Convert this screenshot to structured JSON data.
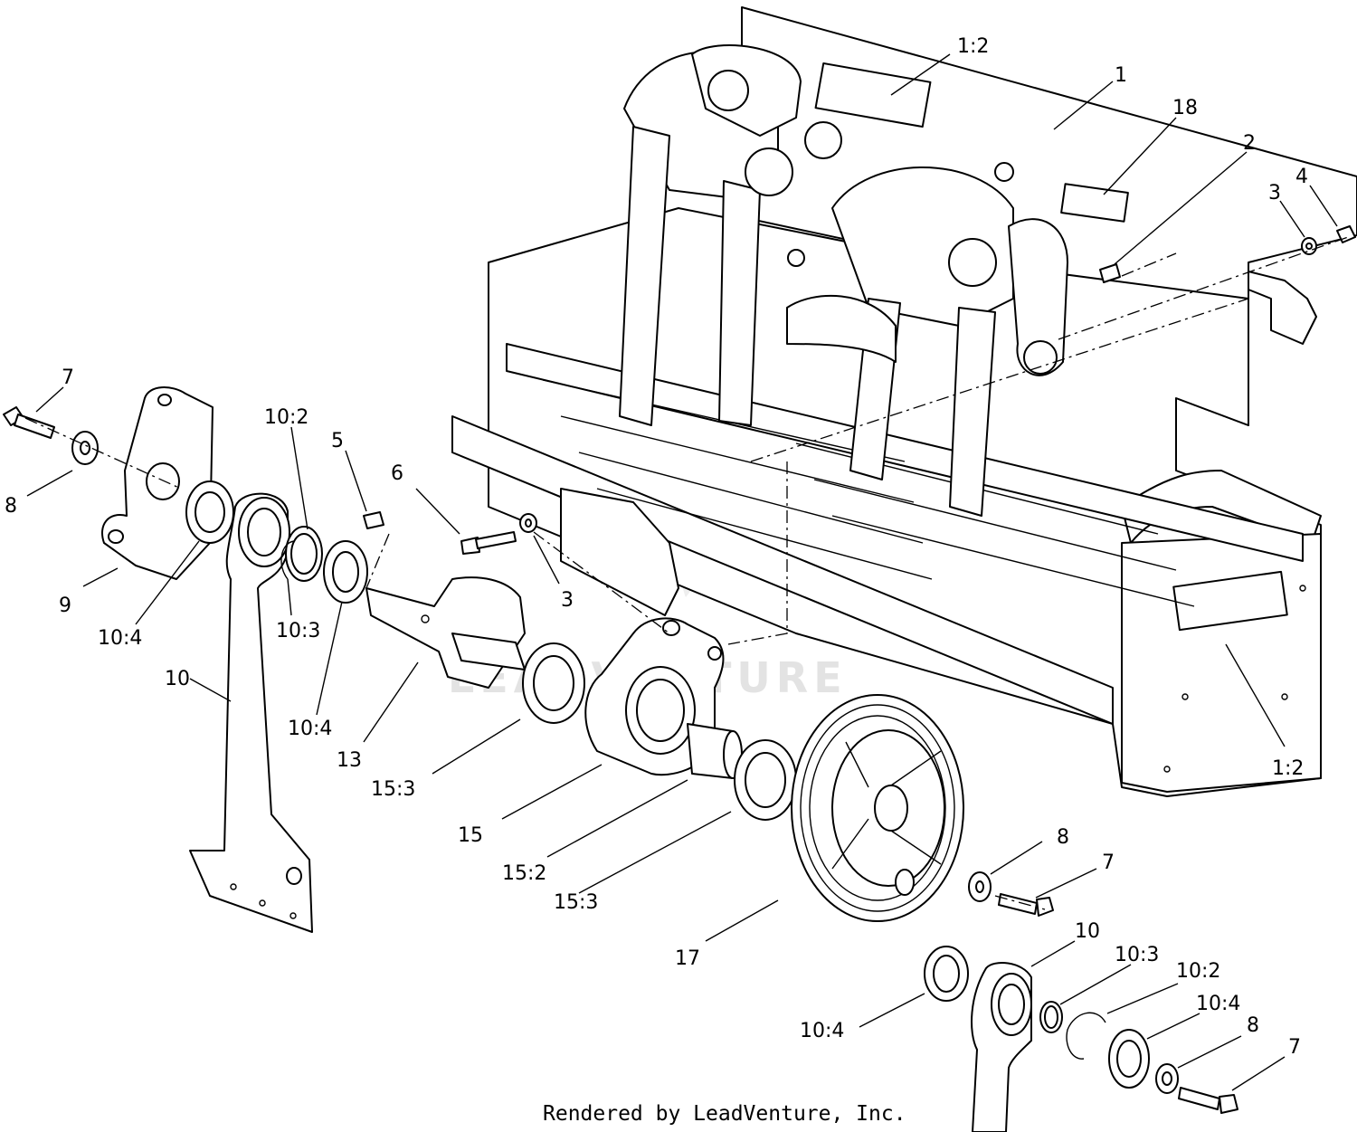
{
  "callouts": [
    {
      "id": "c-1-2-top",
      "text": "1:2"
    },
    {
      "id": "c-1",
      "text": "1"
    },
    {
      "id": "c-18",
      "text": "18"
    },
    {
      "id": "c-2",
      "text": "2"
    },
    {
      "id": "c-3-right",
      "text": "3"
    },
    {
      "id": "c-4",
      "text": "4"
    },
    {
      "id": "c-7-left",
      "text": "7"
    },
    {
      "id": "c-8-left",
      "text": "8"
    },
    {
      "id": "c-9",
      "text": "9"
    },
    {
      "id": "c-10-4-a",
      "text": "10:4"
    },
    {
      "id": "c-10-2-top",
      "text": "10:2"
    },
    {
      "id": "c-10-3-top",
      "text": "10:3"
    },
    {
      "id": "c-5",
      "text": "5"
    },
    {
      "id": "c-10-4-b",
      "text": "10:4"
    },
    {
      "id": "c-6",
      "text": "6"
    },
    {
      "id": "c-3-mid",
      "text": "3"
    },
    {
      "id": "c-10-left",
      "text": "10"
    },
    {
      "id": "c-13",
      "text": "13"
    },
    {
      "id": "c-15-3-a",
      "text": "15:3"
    },
    {
      "id": "c-15",
      "text": "15"
    },
    {
      "id": "c-15-2",
      "text": "15:2"
    },
    {
      "id": "c-15-3-b",
      "text": "15:3"
    },
    {
      "id": "c-1-2-right",
      "text": "1:2"
    },
    {
      "id": "c-8-right",
      "text": "8"
    },
    {
      "id": "c-7-right",
      "text": "7"
    },
    {
      "id": "c-17",
      "text": "17"
    },
    {
      "id": "c-10-right",
      "text": "10"
    },
    {
      "id": "c-10-3-bot",
      "text": "10:3"
    },
    {
      "id": "c-10-2-bot",
      "text": "10:2"
    },
    {
      "id": "c-10-4-c",
      "text": "10:4"
    },
    {
      "id": "c-8-bot",
      "text": "8"
    },
    {
      "id": "c-10-4-d",
      "text": "10:4"
    },
    {
      "id": "c-7-bot",
      "text": "7"
    }
  ],
  "watermark": "LEADVENTURE",
  "footer": "Rendered by LeadVenture, Inc."
}
